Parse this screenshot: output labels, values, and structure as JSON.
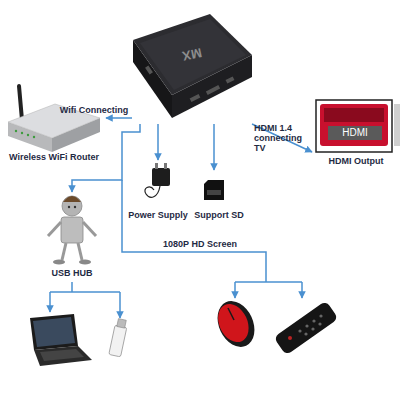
{
  "diagram": {
    "nodes": [
      {
        "text": [
          "MX"
        ]
      },
      {
        "text": [
          "Wireless WiFi Router"
        ]
      },
      {
        "text": [
          "HDMI",
          "HDMI Output"
        ]
      },
      {
        "text": [
          "Power Supply"
        ]
      },
      {
        "text": [
          "Support SD"
        ]
      },
      {
        "text": [
          "USB HUB"
        ]
      }
    ],
    "edges": [
      {
        "from": 0,
        "to": 1,
        "arrow": "to",
        "label": "Wifi Connecting"
      },
      {
        "from": 0,
        "to": 2,
        "arrow": "to",
        "label": "HDMI 1.4 connecting TV"
      },
      {
        "from": 0,
        "to": 3,
        "arrow": "to"
      },
      {
        "from": 0,
        "to": 4,
        "arrow": "to"
      },
      {
        "from": 0,
        "to": 5,
        "arrow": "to"
      }
    ],
    "labels": [
      "1080P HD Screen"
    ]
  }
}
